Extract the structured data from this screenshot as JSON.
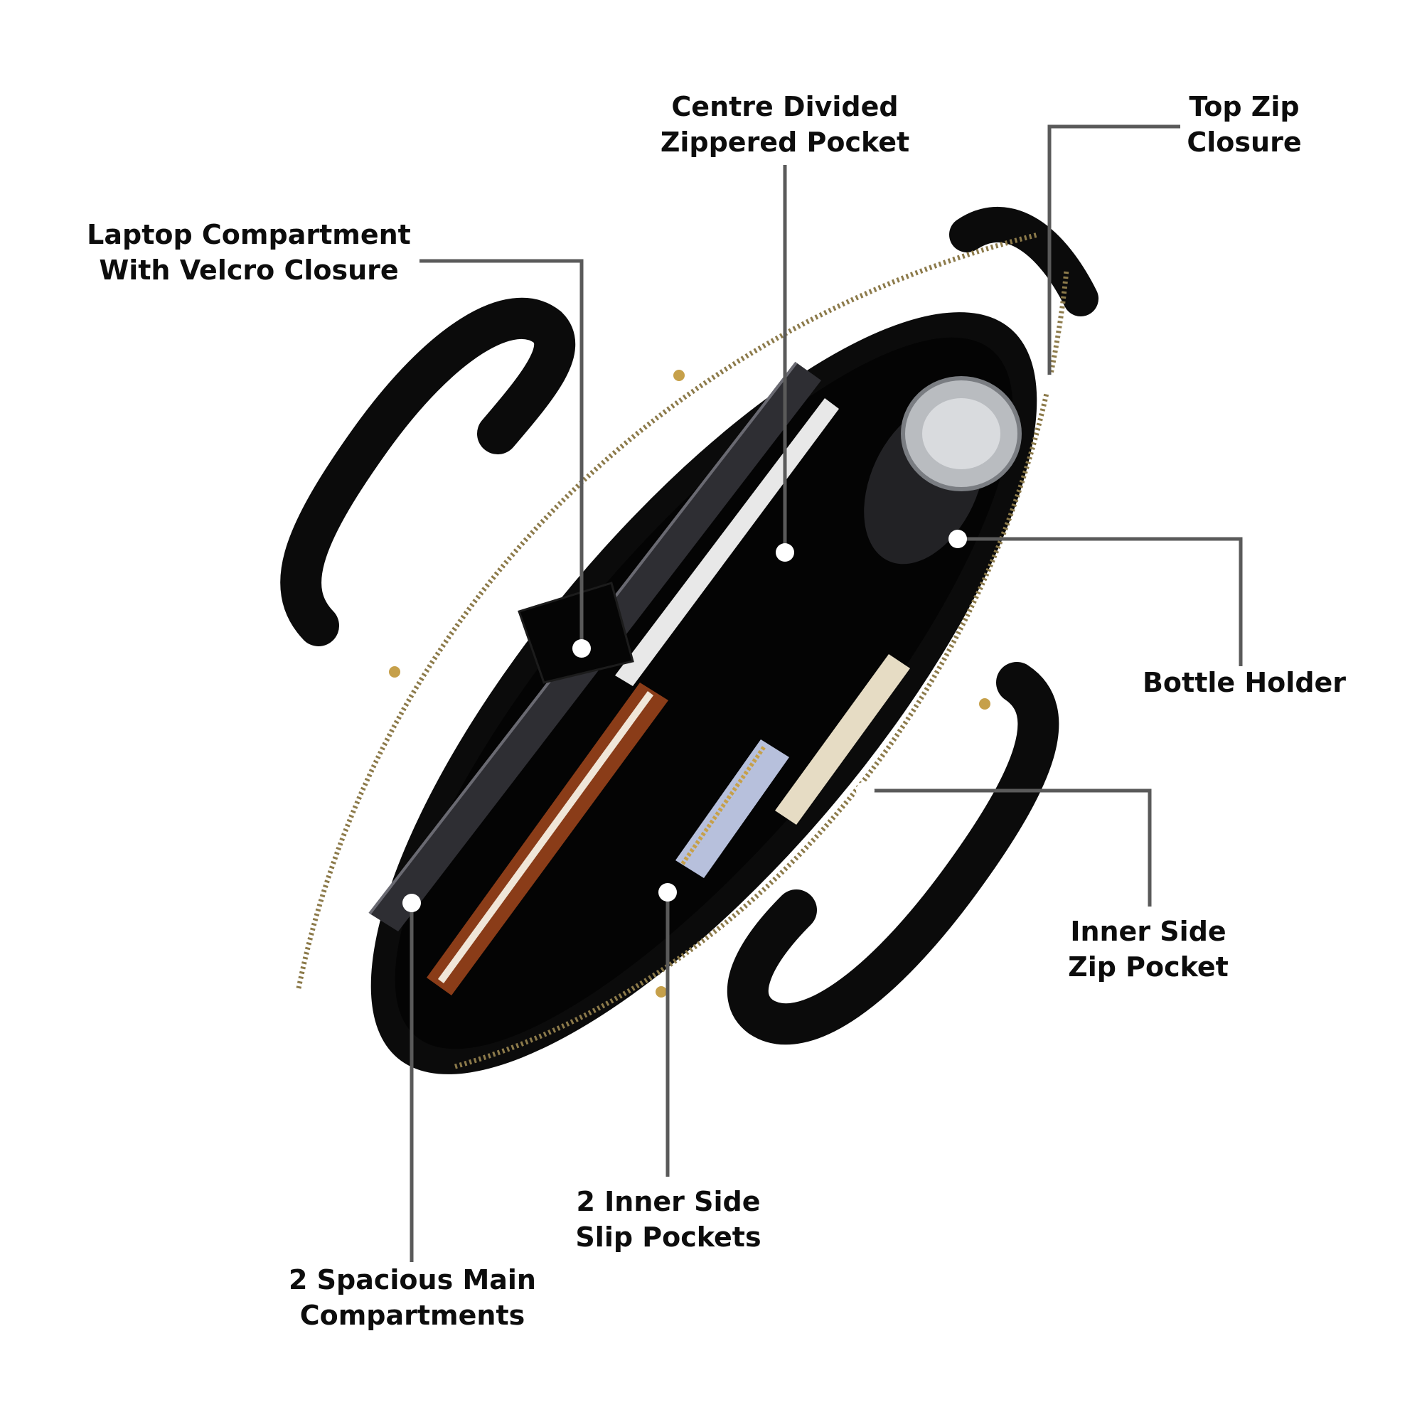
{
  "colors": {
    "background": "#ffffff",
    "text": "#0d0d0d",
    "leader_line": "#5a5a5a",
    "marker_dot": "#ffffff",
    "bag_body": "#0b0b0b",
    "bag_interior": "#040404"
  },
  "annotations": [
    {
      "id": "laptop",
      "lines": [
        "Laptop Compartment",
        "With Velcro Closure"
      ]
    },
    {
      "id": "centre",
      "lines": [
        "Centre Divided",
        "Zippered Pocket"
      ]
    },
    {
      "id": "topzip",
      "lines": [
        "Top Zip",
        "Closure"
      ]
    },
    {
      "id": "bottle",
      "lines": [
        "Bottle Holder"
      ]
    },
    {
      "id": "innerzip",
      "lines": [
        "Inner Side",
        "Zip Pocket"
      ]
    },
    {
      "id": "slip",
      "lines": [
        "2 Inner Side",
        "Slip Pockets"
      ]
    },
    {
      "id": "main",
      "lines": [
        "2 Spacious Main",
        "Compartments"
      ]
    }
  ]
}
